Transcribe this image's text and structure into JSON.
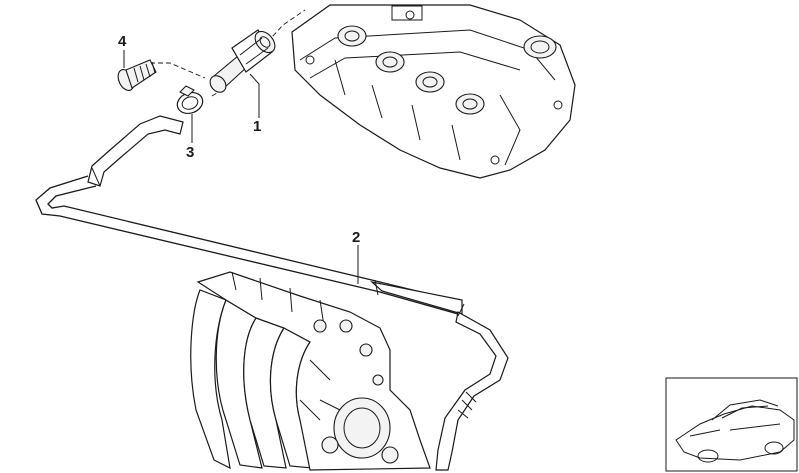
{
  "diagram": {
    "callouts": [
      {
        "id": "1",
        "text": "1"
      },
      {
        "id": "2",
        "text": "2"
      },
      {
        "id": "3",
        "text": "3"
      },
      {
        "id": "4",
        "text": "4"
      }
    ]
  },
  "colors": {
    "line": "#1a1a1a",
    "background": "#ffffff",
    "part_fill": "#f3f3f3"
  }
}
